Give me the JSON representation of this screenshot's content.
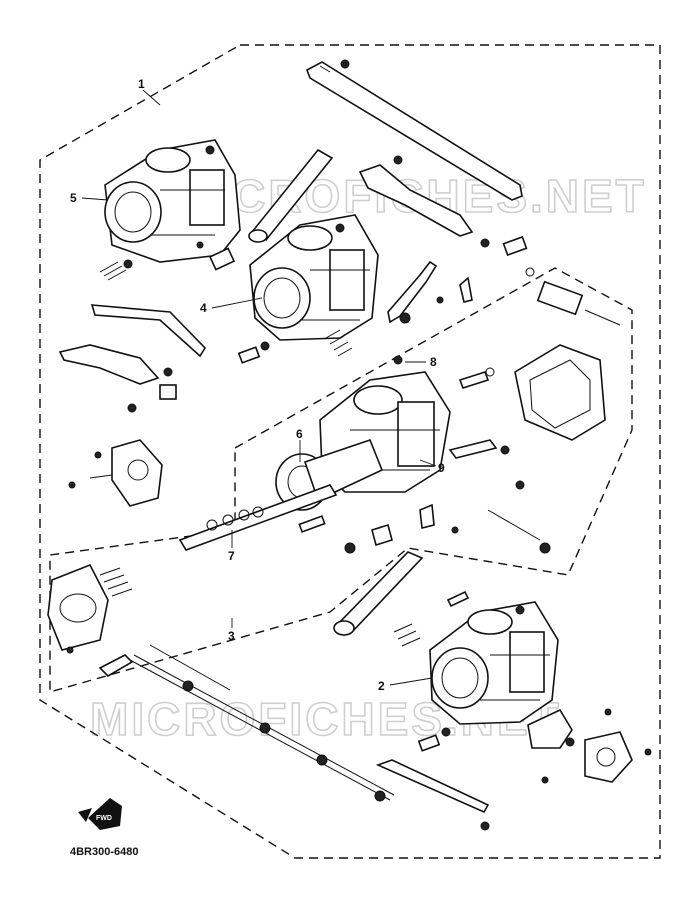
{
  "watermark": {
    "top": "MICROFICHES.NET",
    "bottom": "MICROFICHES.NET"
  },
  "callouts": [
    "1",
    "2",
    "3",
    "4",
    "5",
    "6",
    "7",
    "8",
    "9"
  ],
  "fwd_label": "FWD",
  "ref_code": "4BR300-6480",
  "colors": {
    "ink": "#111111",
    "watermark": "#cfcfcf",
    "background": "#ffffff"
  }
}
